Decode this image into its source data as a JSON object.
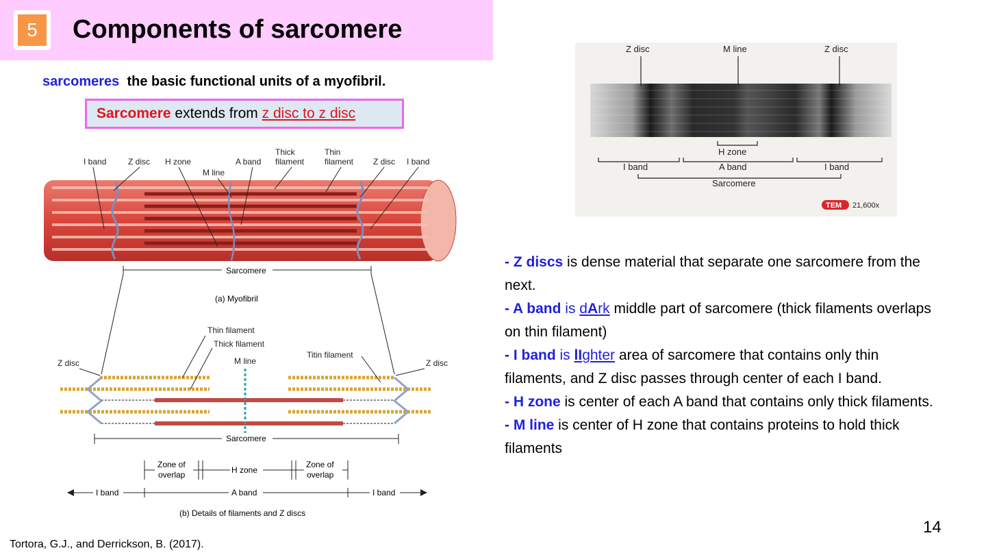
{
  "slide": {
    "number": "5",
    "title": "Components of sarcomere",
    "intro_term": "sarcomeres",
    "intro_text": "the basic functional units of a myofibril.",
    "box_term": "Sarcomere",
    "box_text": " extends from ",
    "box_link": "z disc to z disc",
    "page_number": "14",
    "citation": "Tortora, G.J., and Derrickson, B. (2017)."
  },
  "myofibril_diagram": {
    "labels": {
      "i_band_left": "I band",
      "z_disc_left": "Z disc",
      "h_zone": "H zone",
      "m_line": "M line",
      "a_band": "A band",
      "thick_filament": "Thick",
      "thick_filament_2": "filament",
      "thin_filament": "Thin",
      "thin_filament_2": "filament",
      "z_disc_right": "Z disc",
      "i_band_right": "I band",
      "sarcomere": "Sarcomere",
      "caption": "(a) Myofibril"
    }
  },
  "filament_diagram": {
    "labels": {
      "thin_filament": "Thin filament",
      "thick_filament": "Thick filament",
      "m_line": "M line",
      "titin_filament": "Titin filament",
      "z_disc_left": "Z disc",
      "z_disc_right": "Z disc",
      "sarcomere": "Sarcomere",
      "zone_overlap_left_1": "Zone of",
      "zone_overlap_left_2": "overlap",
      "h_zone": "H zone",
      "zone_overlap_right_1": "Zone of",
      "zone_overlap_right_2": "overlap",
      "i_band_left": "I band",
      "a_band": "A band",
      "i_band_right": "I band",
      "caption": "(b) Details of filaments and Z discs"
    }
  },
  "tem_micrograph": {
    "labels": {
      "z_disc_left": "Z disc",
      "m_line": "M line",
      "z_disc_right": "Z disc",
      "h_zone": "H zone",
      "i_band_left": "I band",
      "a_band": "A band",
      "i_band_right": "I band",
      "sarcomere": "Sarcomere",
      "tem_badge": "TEM",
      "magnification": "21,600x"
    }
  },
  "descriptions": [
    {
      "term": "- Z discs",
      "text": " is dense material that separate one sarcomere from the next."
    },
    {
      "term": "- A band",
      "mid": " is ",
      "link_pre": "d",
      "link_bold": "A",
      "link_post": "rk",
      "text": " middle part of sarcomere (thick filaments overlaps on  thin filament)"
    },
    {
      "term": "- I band",
      "mid": " is ",
      "link_pre": "",
      "link_bold": "lI",
      "link_post": "ghter",
      "text": " area of sarcomere that contains only thin filaments, and Z disc passes through center of each I band."
    },
    {
      "term": "- H zone",
      "text": " is center of each A band that contains only thick filaments."
    },
    {
      "term": "- M line",
      "text": " is center of H zone that contains proteins to hold thick filaments"
    }
  ],
  "colors": {
    "header_bg": "#ffccff",
    "badge": "#f79646",
    "term_blue": "#1f1fdf",
    "accent_red": "#e0141c",
    "box_border": "#ee66ee",
    "muscle_red": "#d9463c"
  }
}
